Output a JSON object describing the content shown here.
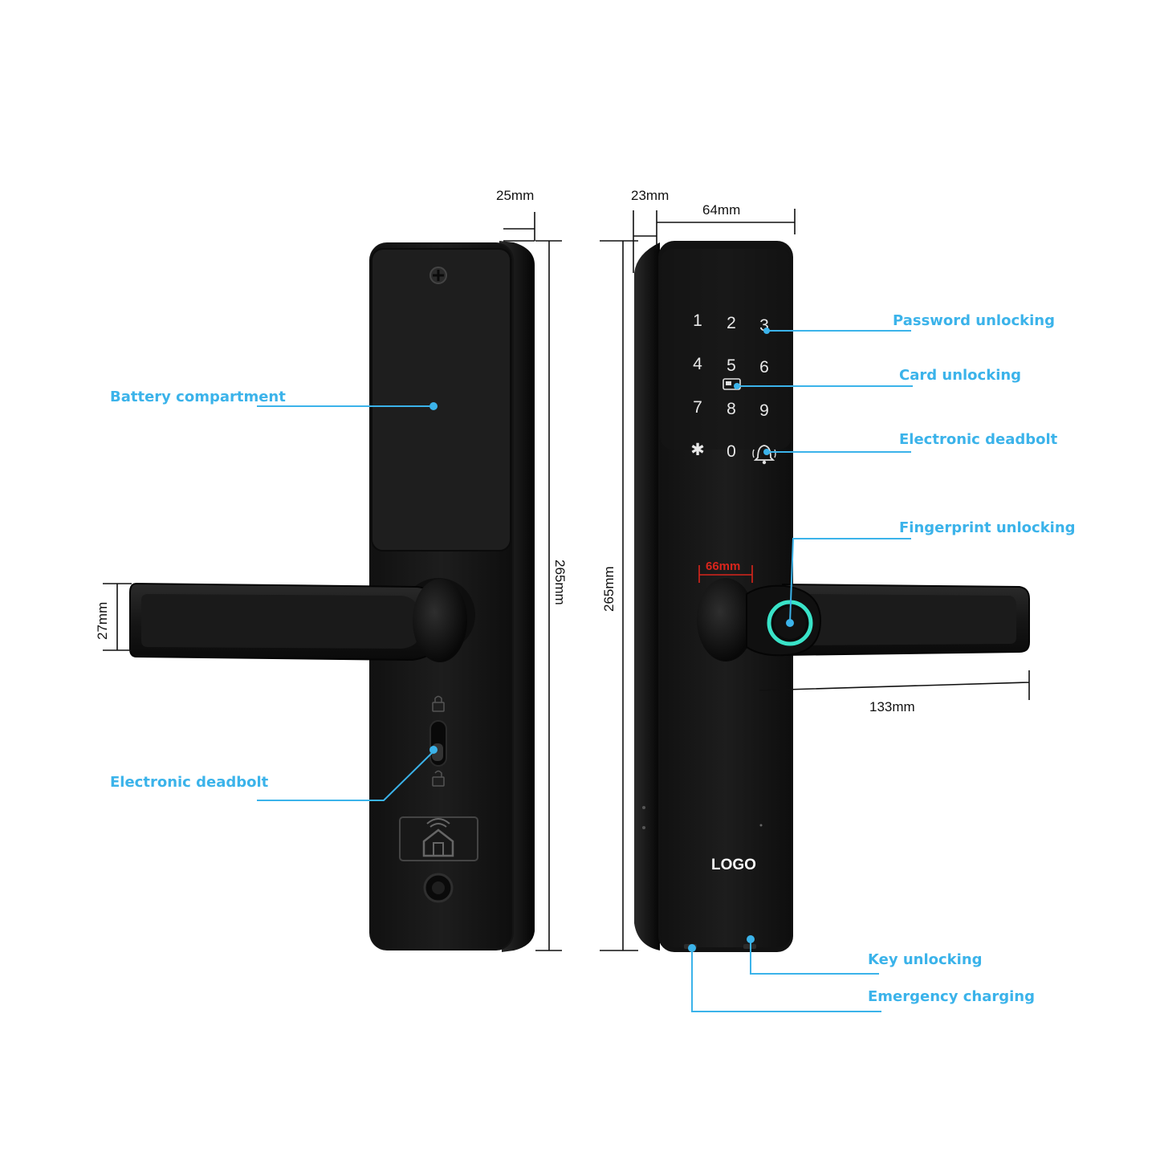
{
  "dimensions": {
    "back_depth": "25mm",
    "front_depth": "23mm",
    "front_width": "64mm",
    "back_height": "265mm",
    "front_height": "265mm",
    "handle_thickness": "27mm",
    "knob_width": "66mm",
    "handle_length": "133mm"
  },
  "callouts": {
    "battery_compartment": "Battery compartment",
    "electronic_deadbolt_back": "Electronic deadbolt",
    "password_unlocking": "Password unlocking",
    "card_unlocking": "Card unlocking",
    "electronic_deadbolt_front": "Electronic deadbolt",
    "fingerprint_unlocking": "Fingerprint unlocking",
    "key_unlocking": "Key unlocking",
    "emergency_charging": "Emergency charging"
  },
  "keypad": {
    "keys": [
      "1",
      "2",
      "3",
      "4",
      "5",
      "6",
      "7",
      "8",
      "9",
      "✱",
      "0"
    ]
  },
  "brand": {
    "logo": "LOGO"
  },
  "colors": {
    "callout": "#3bb3ea",
    "body": "#151515",
    "dimension_text": "#111111",
    "dimension_highlight": "#d9251c",
    "fingerprint_ring": "#39e3c8"
  },
  "icons": [
    "screw-icon",
    "lock-closed-icon",
    "lock-open-icon",
    "home-card-icon",
    "keyhole-icon",
    "card-icon",
    "doorbell-icon",
    "fingerprint-sensor-icon"
  ]
}
